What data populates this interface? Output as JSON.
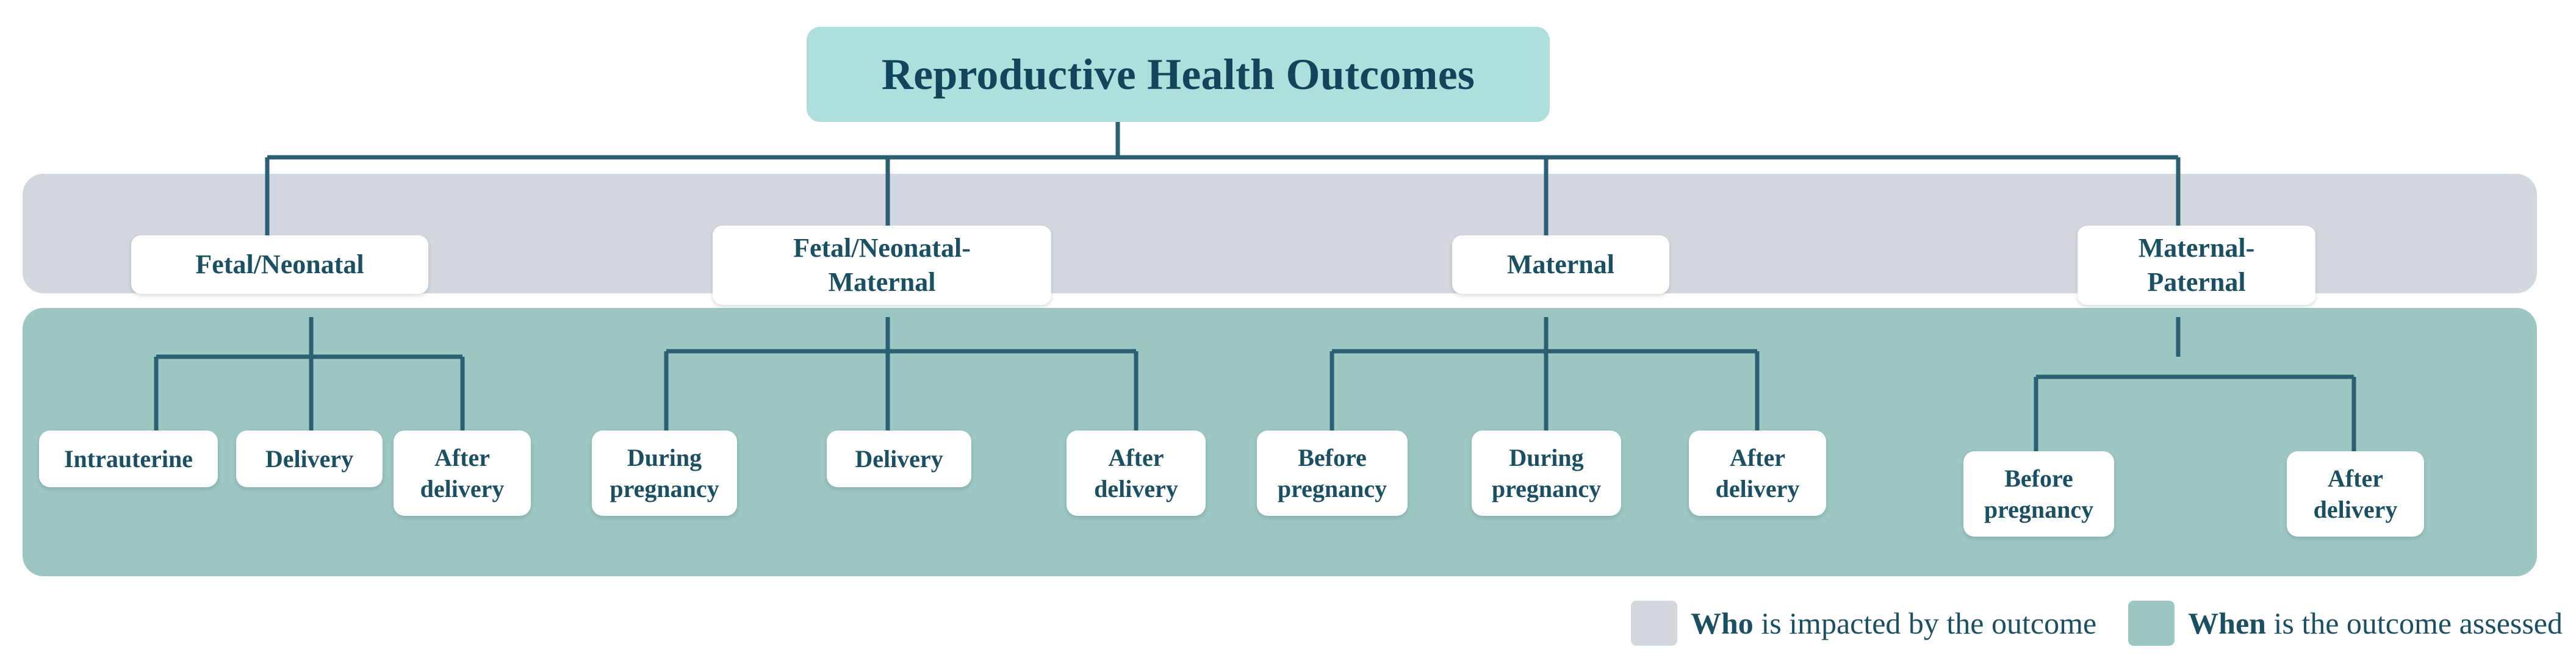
{
  "diagram": {
    "root": {
      "label": "Reproductive Health Outcomes",
      "color": "#ade0dc"
    },
    "bands": {
      "who": {
        "name": "who-band",
        "color": "#d3d8de"
      },
      "when": {
        "name": "when-band",
        "color": "#9cc7c2"
      }
    },
    "level2": [
      {
        "label": "Fetal/Neonatal"
      },
      {
        "label": "Fetal/Neonatal-\nMaternal"
      },
      {
        "label": "Maternal"
      },
      {
        "label": "Maternal-\nPaternal"
      }
    ],
    "level3": [
      {
        "label": "Intrauterine"
      },
      {
        "label": "Delivery"
      },
      {
        "label": "After\ndelivery"
      },
      {
        "label": "During\npregnancy"
      },
      {
        "label": "Delivery"
      },
      {
        "label": "After\ndelivery"
      },
      {
        "label": "Before\npregnancy"
      },
      {
        "label": "During\npregnancy"
      },
      {
        "label": "After\ndelivery"
      },
      {
        "label": "Before\npregnancy"
      },
      {
        "label": "After\ndelivery"
      }
    ]
  },
  "legend": {
    "items": [
      {
        "swatch_color": "#d3d8de",
        "emphasis": "Who",
        "rest": " is impacted by the outcome"
      },
      {
        "swatch_color": "#9cc7c2",
        "emphasis": "When",
        "rest": " is the outcome assessed"
      }
    ]
  },
  "colors": {
    "line": "#2b5f72",
    "text": "#1b4f62",
    "node_bg": "#ffffff"
  }
}
